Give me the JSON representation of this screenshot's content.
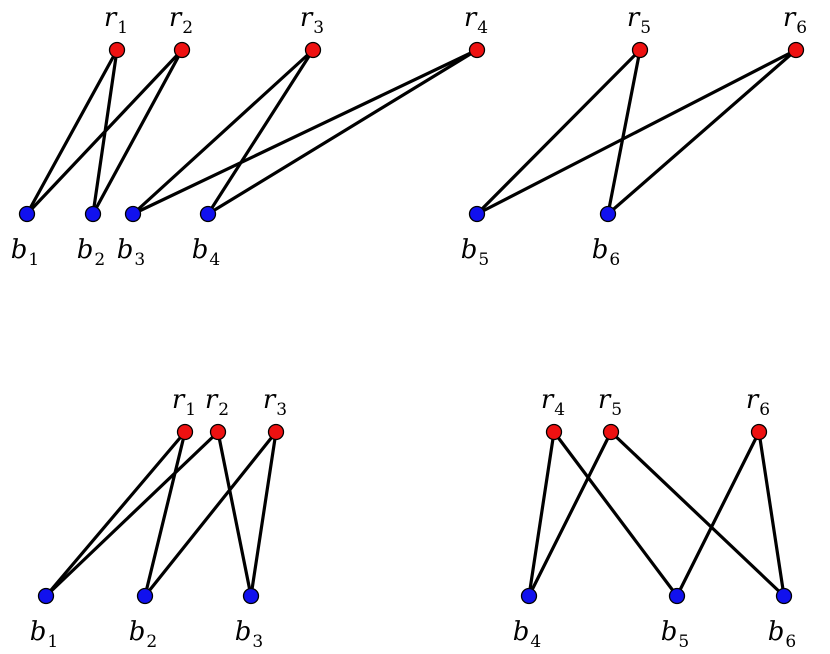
{
  "colors": {
    "red_node": "#ee1111",
    "blue_node": "#1111ee",
    "edge": "#000000"
  },
  "diagrams": [
    {
      "name": "top-left",
      "nodes": [
        {
          "id": "r1",
          "letter": "r",
          "index": "1",
          "color": "red"
        },
        {
          "id": "r2",
          "letter": "r",
          "index": "2",
          "color": "red"
        },
        {
          "id": "r3",
          "letter": "r",
          "index": "3",
          "color": "red"
        },
        {
          "id": "r4",
          "letter": "r",
          "index": "4",
          "color": "red"
        },
        {
          "id": "b1",
          "letter": "b",
          "index": "1",
          "color": "blue"
        },
        {
          "id": "b2",
          "letter": "b",
          "index": "2",
          "color": "blue"
        },
        {
          "id": "b3",
          "letter": "b",
          "index": "3",
          "color": "blue"
        },
        {
          "id": "b4",
          "letter": "b",
          "index": "4",
          "color": "blue"
        }
      ],
      "edges": [
        [
          "r1",
          "b1"
        ],
        [
          "r1",
          "b2"
        ],
        [
          "r2",
          "b1"
        ],
        [
          "r2",
          "b2"
        ],
        [
          "r3",
          "b3"
        ],
        [
          "r3",
          "b4"
        ],
        [
          "r4",
          "b3"
        ],
        [
          "r4",
          "b4"
        ]
      ]
    },
    {
      "name": "top-right",
      "nodes": [
        {
          "id": "r5",
          "letter": "r",
          "index": "5",
          "color": "red"
        },
        {
          "id": "r6",
          "letter": "r",
          "index": "6",
          "color": "red"
        },
        {
          "id": "b5",
          "letter": "b",
          "index": "5",
          "color": "blue"
        },
        {
          "id": "b6",
          "letter": "b",
          "index": "6",
          "color": "blue"
        }
      ],
      "edges": [
        [
          "r5",
          "b5"
        ],
        [
          "r5",
          "b6"
        ],
        [
          "r6",
          "b5"
        ],
        [
          "r6",
          "b6"
        ]
      ]
    },
    {
      "name": "bottom-left",
      "nodes": [
        {
          "id": "r1",
          "letter": "r",
          "index": "1",
          "color": "red"
        },
        {
          "id": "r2",
          "letter": "r",
          "index": "2",
          "color": "red"
        },
        {
          "id": "r3",
          "letter": "r",
          "index": "3",
          "color": "red"
        },
        {
          "id": "b1",
          "letter": "b",
          "index": "1",
          "color": "blue"
        },
        {
          "id": "b2",
          "letter": "b",
          "index": "2",
          "color": "blue"
        },
        {
          "id": "b3",
          "letter": "b",
          "index": "3",
          "color": "blue"
        }
      ],
      "edges": [
        [
          "r1",
          "b1"
        ],
        [
          "r1",
          "b2"
        ],
        [
          "r2",
          "b1"
        ],
        [
          "r2",
          "b3"
        ],
        [
          "r3",
          "b2"
        ],
        [
          "r3",
          "b3"
        ]
      ]
    },
    {
      "name": "bottom-right",
      "nodes": [
        {
          "id": "r4",
          "letter": "r",
          "index": "4",
          "color": "red"
        },
        {
          "id": "r5",
          "letter": "r",
          "index": "5",
          "color": "red"
        },
        {
          "id": "r6",
          "letter": "r",
          "index": "6",
          "color": "red"
        },
        {
          "id": "b4",
          "letter": "b",
          "index": "4",
          "color": "blue"
        },
        {
          "id": "b5",
          "letter": "b",
          "index": "5",
          "color": "blue"
        },
        {
          "id": "b6",
          "letter": "b",
          "index": "6",
          "color": "blue"
        }
      ],
      "edges": [
        [
          "r4",
          "b4"
        ],
        [
          "r4",
          "b5"
        ],
        [
          "r5",
          "b4"
        ],
        [
          "r5",
          "b6"
        ],
        [
          "r6",
          "b5"
        ],
        [
          "r6",
          "b6"
        ]
      ]
    }
  ]
}
